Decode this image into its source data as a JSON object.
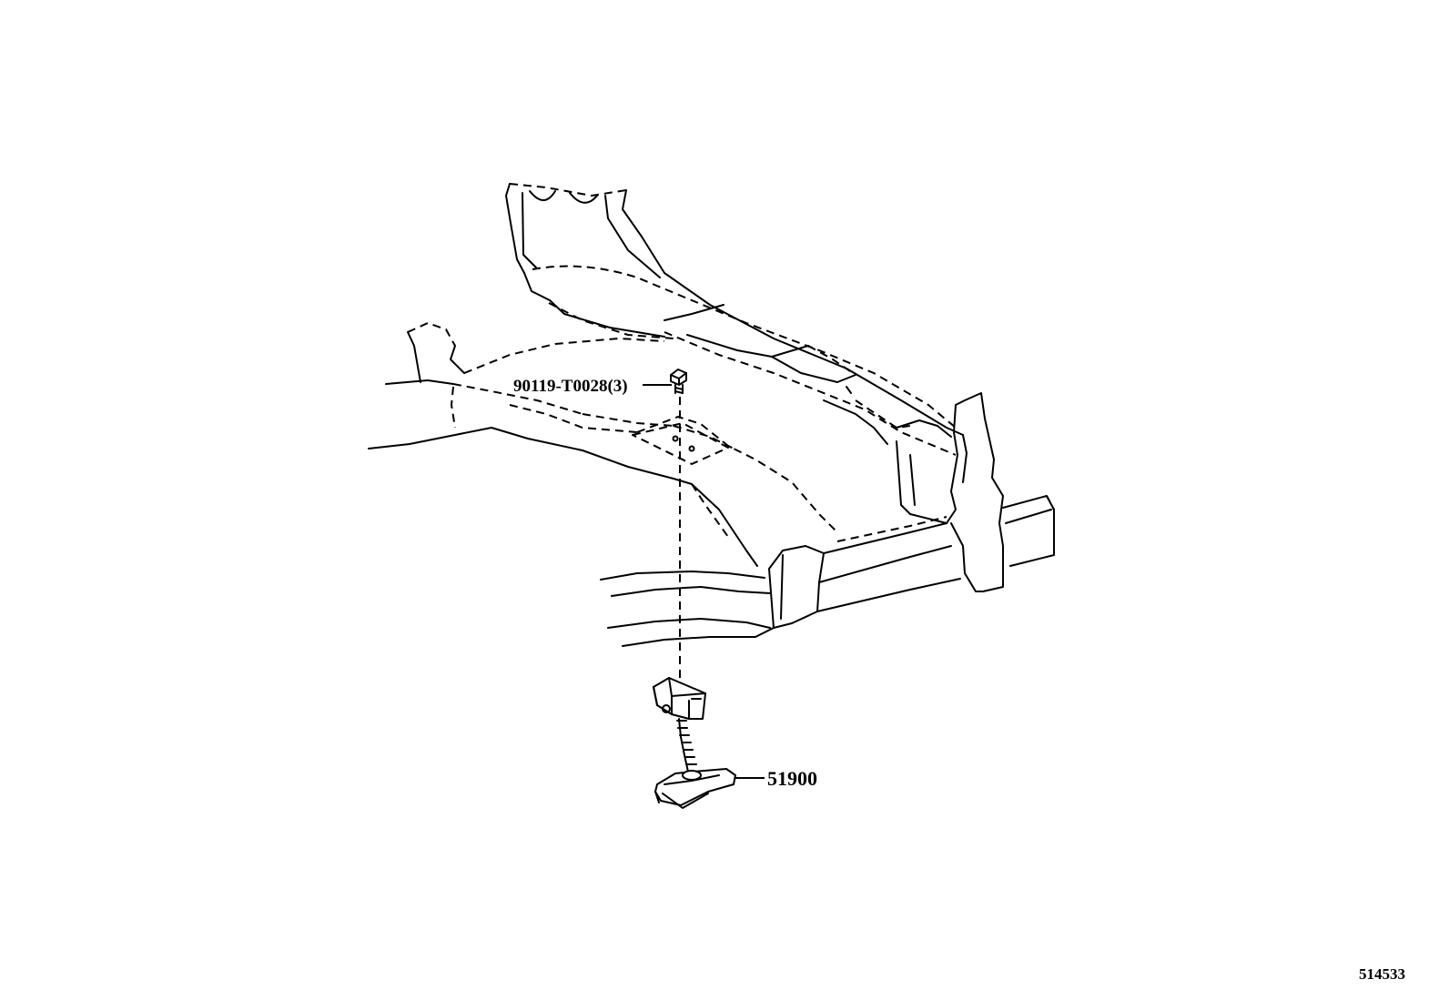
{
  "diagram": {
    "callouts": [
      {
        "id": "bolt",
        "label": "90119-T0028(3)"
      },
      {
        "id": "carrier",
        "label": "51900"
      }
    ],
    "figure_number": "514533"
  }
}
